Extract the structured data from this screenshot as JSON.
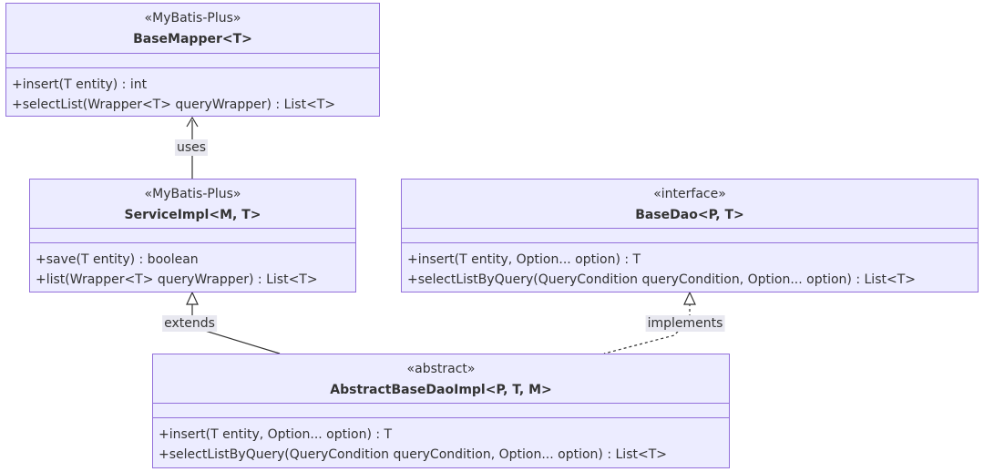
{
  "classes": {
    "base_mapper": {
      "stereotype": "«MyBatis-Plus»",
      "name": "BaseMapper<T>",
      "methods": [
        "+insert(T entity) : int",
        "+selectList(Wrapper<T> queryWrapper) : List<T>"
      ]
    },
    "service_impl": {
      "stereotype": "«MyBatis-Plus»",
      "name": "ServiceImpl<M, T>",
      "methods": [
        "+save(T entity) : boolean",
        "+list(Wrapper<T> queryWrapper) : List<T>"
      ]
    },
    "base_dao": {
      "stereotype": "«interface»",
      "name": "BaseDao<P, T>",
      "methods": [
        "+insert(T entity, Option... option) : T",
        "+selectListByQuery(QueryCondition queryCondition, Option... option) : List<T>"
      ]
    },
    "abstract_base_dao_impl": {
      "stereotype": "«abstract»",
      "name": "AbstractBaseDaoImpl<P, T, M>",
      "methods": [
        "+insert(T entity, Option... option) : T",
        "+selectListByQuery(QueryCondition queryCondition, Option... option) : List<T>"
      ]
    }
  },
  "relations": {
    "uses": "uses",
    "extends": "extends",
    "implements": "implements"
  },
  "colors": {
    "node_fill": "#ECECFF",
    "node_border": "#9370DB",
    "edge": "#333333",
    "label_bg": "#E8E8F0"
  }
}
